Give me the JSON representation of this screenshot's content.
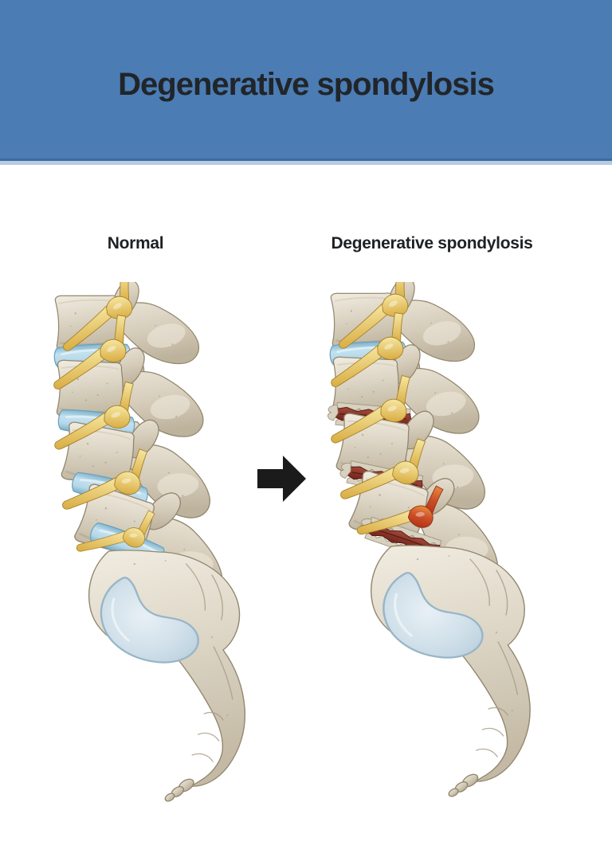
{
  "header": {
    "title": "Degenerative spondylosis"
  },
  "panels": {
    "left": {
      "label": "Normal"
    },
    "right": {
      "label": "Degenerative spondylosis"
    }
  },
  "arrow": {
    "direction": "right"
  },
  "theme": {
    "page_bg": "#ffffff",
    "header_bg": "#4b7cb4",
    "header_edge": "#3d6b9e",
    "title_color": "#212529",
    "label_color": "#1d2125",
    "arrow_color": "#1b1b1b",
    "bone_color": "#ded7c7",
    "bone_outline": "#93876f",
    "disc_normal_color": "#a9cfe2",
    "disc_degenerated_color": "#8b3529",
    "nerve_color": "#ecd077",
    "nerve_inflamed_color": "#cc4f28",
    "sacrum_surface_color": "#cfdfe9"
  }
}
